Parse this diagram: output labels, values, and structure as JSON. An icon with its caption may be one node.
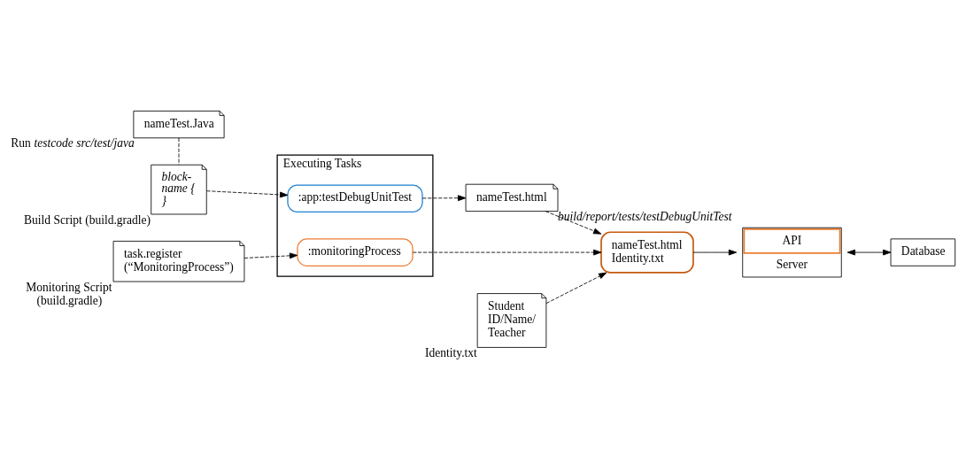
{
  "diagram": {
    "nodes": [
      {
        "text": [
          "nameTest.Java"
        ],
        "beside": [
          "Run *testcode src/test/java*"
        ]
      },
      {
        "text": [
          "block- name { }"
        ],
        "beside": [
          "Build Script (build.gradle)"
        ]
      },
      {
        "text": [
          "Executing Tasks"
        ]
      },
      {
        "text": [
          ":app:testDebugUnitTest"
        ],
        "in": 2
      },
      {
        "text": [
          ":monitoringProcess"
        ],
        "in": 2
      },
      {
        "text": [
          "task.register (“MonitoringProcess”)"
        ],
        "beside": [
          "Monitoring Script (build.gradle)"
        ]
      },
      {
        "text": [
          "nameTest.html"
        ],
        "beside": [
          "*build/report/tests/testDebugUnitTest*"
        ]
      },
      {
        "text": [
          "nameTest.html",
          "Identity.txt"
        ]
      },
      {
        "text": [
          "Student ID/Name/ Teacher"
        ],
        "beside": [
          "Identity.txt"
        ]
      },
      {
        "text": [
          "API",
          "Server"
        ]
      },
      {
        "text": [
          "Database"
        ]
      }
    ],
    "edges": [
      {
        "from": 0,
        "to": 1,
        "arrow": "none",
        "style": "dashed"
      },
      {
        "from": 1,
        "to": 3,
        "arrow": "to",
        "style": "dashed"
      },
      {
        "from": 3,
        "to": 6,
        "arrow": "to",
        "style": "dashed"
      },
      {
        "from": 5,
        "to": 4,
        "arrow": "to",
        "style": "dashed"
      },
      {
        "from": 4,
        "to": 7,
        "arrow": "to",
        "style": "dashed"
      },
      {
        "from": 6,
        "to": 7,
        "arrow": "to",
        "style": "dashed"
      },
      {
        "from": 8,
        "to": 7,
        "arrow": "to",
        "style": "dashed"
      },
      {
        "from": 7,
        "to": 9,
        "arrow": "to"
      },
      {
        "from": 9,
        "to": 10,
        "arrow": "both"
      }
    ]
  }
}
